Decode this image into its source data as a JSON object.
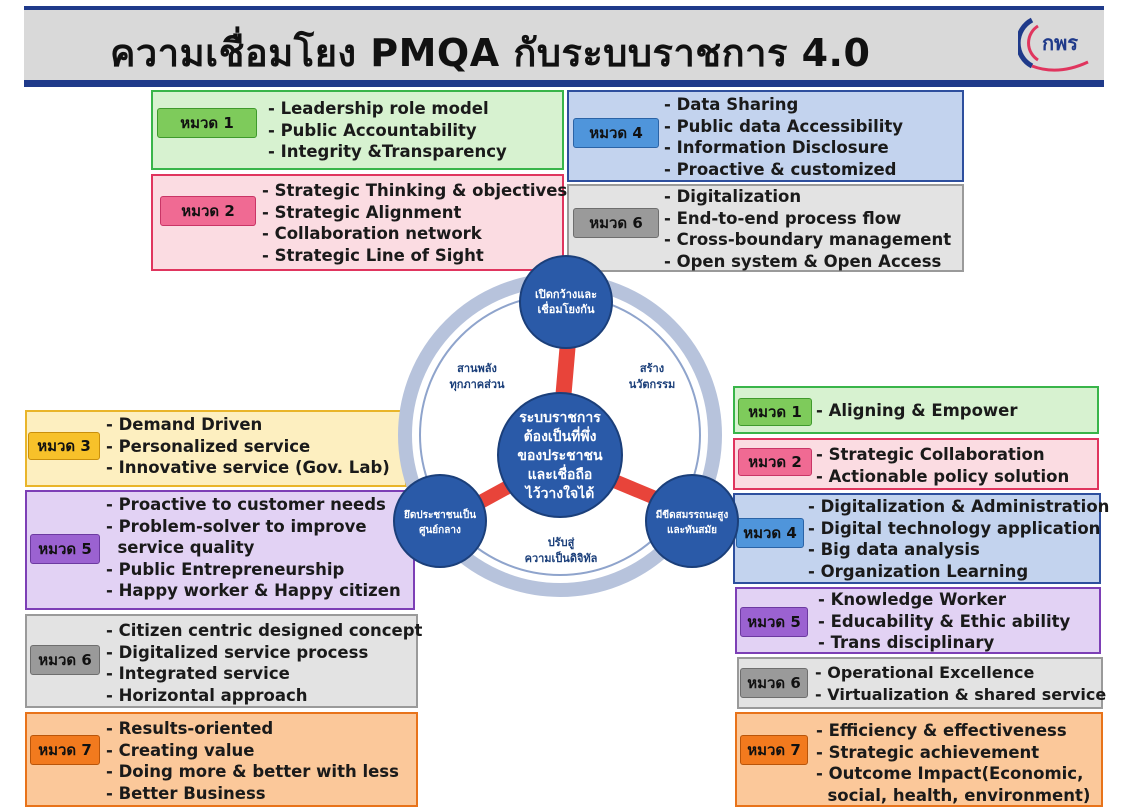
{
  "header": {
    "title": "ความเชื่อมโยง PMQA กับระบบราชการ 4.0",
    "logo_text": "กพร"
  },
  "top_left": [
    {
      "badge": "หมวด 1",
      "items": [
        "- Leadership role model",
        "- Public Accountability",
        "- Integrity &Transparency"
      ]
    },
    {
      "badge": "หมวด 2",
      "items": [
        "- Strategic Thinking & objectives",
        "- Strategic Alignment",
        "- Collaboration network",
        "- Strategic Line of Sight"
      ]
    }
  ],
  "top_right": [
    {
      "badge": "หมวด 4",
      "items": [
        "- Data Sharing",
        "- Public data Accessibility",
        "- Information Disclosure",
        "- Proactive & customized"
      ]
    },
    {
      "badge": "หมวด 6",
      "items": [
        "- Digitalization",
        "- End-to-end process flow",
        "- Cross-boundary management",
        "- Open system & Open Access"
      ]
    }
  ],
  "left": [
    {
      "badge": "หมวด 3",
      "items": [
        "- Demand Driven",
        "- Personalized service",
        "- Innovative service (Gov. Lab)"
      ]
    },
    {
      "badge": "หมวด 5",
      "items": [
        "- Proactive to customer needs",
        "- Problem-solver to improve",
        "  service quality",
        "- Public Entrepreneurship",
        "- Happy worker & Happy citizen"
      ]
    },
    {
      "badge": "หมวด 6",
      "items": [
        "- Citizen centric designed concept",
        "- Digitalized service process",
        "- Integrated service",
        "- Horizontal approach"
      ]
    },
    {
      "badge": "หมวด 7",
      "items": [
        "- Results-oriented",
        "- Creating value",
        "- Doing more & better with less",
        "- Better Business"
      ]
    }
  ],
  "right": [
    {
      "badge": "หมวด 1",
      "items": [
        "- Aligning & Empower"
      ]
    },
    {
      "badge": "หมวด 2",
      "items": [
        "- Strategic Collaboration",
        "- Actionable policy solution"
      ]
    },
    {
      "badge": "หมวด 4",
      "items": [
        "- Digitalization & Administration",
        "- Digital technology application",
        "- Big data analysis",
        "- Organization Learning"
      ]
    },
    {
      "badge": "หมวด 5",
      "items": [
        "- Knowledge Worker",
        "- Educability & Ethic ability",
        "- Trans disciplinary"
      ]
    },
    {
      "badge": "หมวด 6",
      "items": [
        "- Operational Excellence",
        "- Virtualization & shared service"
      ]
    },
    {
      "badge": "หมวด 7",
      "items": [
        "- Efficiency & effectiveness",
        "- Strategic achievement",
        "- Outcome Impact(Economic,",
        "  social, health, environment)"
      ]
    }
  ],
  "wheel": {
    "center": [
      "ระบบราชการ",
      "ต้องเป็นที่พึ่ง",
      "ของประชาชน",
      "และเชื่อถือ",
      "ไว้วางใจได้"
    ],
    "top": [
      "เปิดกว้างและ",
      "เชื่อมโยงกัน"
    ],
    "left_node": [
      "ยึดประชาชนเป็น",
      "ศูนย์กลาง"
    ],
    "right_node": [
      "มีขีดสมรรถนะสูง",
      "และทันสมัย"
    ],
    "ring_upper_left": [
      "สานพลัง",
      "ทุกภาคส่วน"
    ],
    "ring_upper_right": [
      "สร้าง",
      "นวัตกรรม"
    ],
    "ring_bottom": [
      "ปรับสู่",
      "ความเป็นดิจิทัล"
    ]
  },
  "colors": {
    "header_bar": "#1f3a8a",
    "node_blue": "#2a5aa8",
    "connector_red": "#e8443a",
    "ring": "#b7c3dc"
  }
}
